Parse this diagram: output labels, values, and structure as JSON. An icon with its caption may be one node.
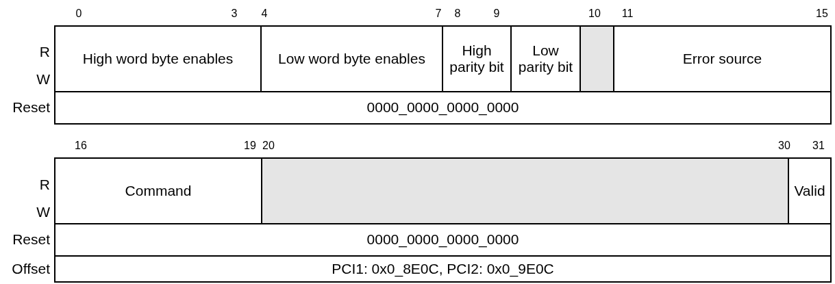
{
  "diagram": {
    "nodes": [
      {
        "text": [
          "High word byte enables"
        ]
      },
      {
        "text": [
          "Low word byte enables"
        ]
      },
      {
        "text": [
          "High parity bit"
        ]
      },
      {
        "text": [
          "Low parity bit"
        ]
      },
      {
        "text": [],
        "shape": "box"
      },
      {
        "text": [
          "Error source"
        ]
      },
      {
        "text": [
          "0000_0000_0000_0000"
        ]
      },
      {
        "text": [
          "Command"
        ]
      },
      {
        "text": [],
        "shape": "box"
      },
      {
        "text": [
          "Valid"
        ]
      },
      {
        "text": [
          "0000_0000_0000_0000"
        ]
      },
      {
        "text": [
          "PCI1: 0x0_8E0C, PCI2: 0x0_9E0C"
        ]
      }
    ],
    "labels": [
      "0",
      "3",
      "4",
      "7",
      "8",
      "9",
      "10",
      "11",
      "15",
      "R",
      "W",
      "Reset",
      "16",
      "19",
      "20",
      "30",
      "31",
      "R",
      "W",
      "Reset",
      "Offset"
    ]
  }
}
